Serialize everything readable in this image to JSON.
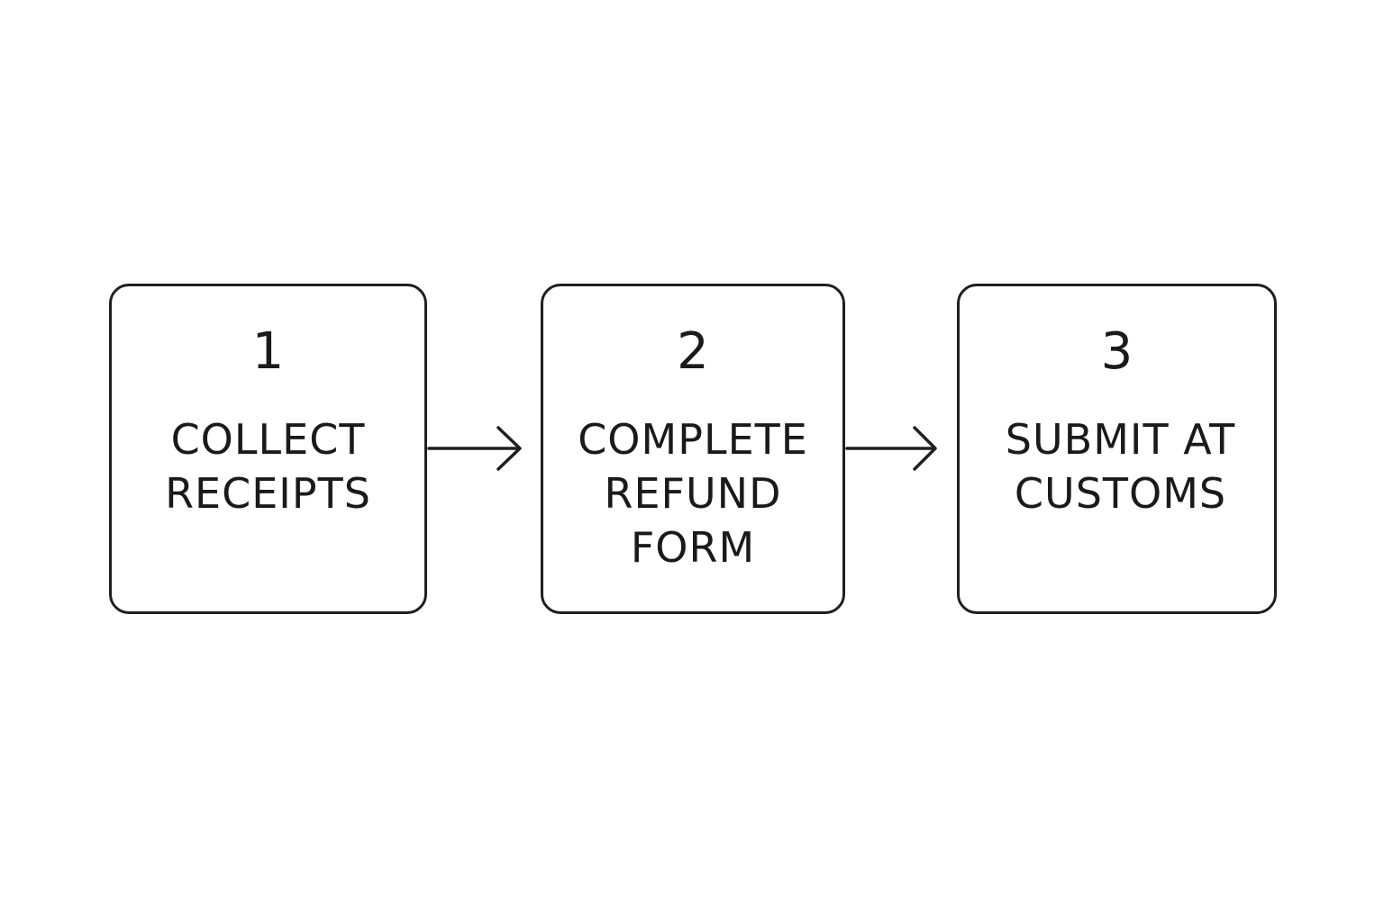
{
  "steps": [
    {
      "number": "1",
      "label": "COLLECT\nRECEIPTS"
    },
    {
      "number": "2",
      "label": "COMPLETE\nREFUND\nFORM"
    },
    {
      "number": "3",
      "label": "SUBMIT AT\nCUSTOMS"
    }
  ],
  "colors": {
    "stroke": "#1f1f1f",
    "text": "#1a1a1a",
    "background": "#ffffff"
  }
}
